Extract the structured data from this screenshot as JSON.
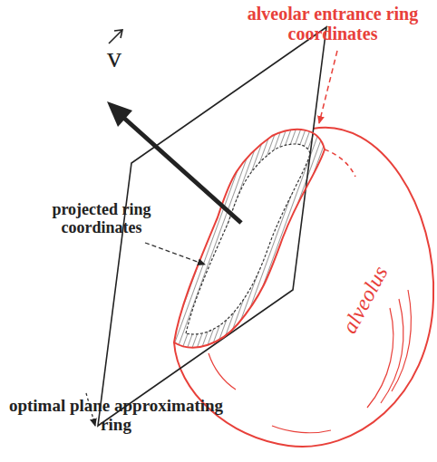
{
  "diagram": {
    "labels": [
      "alveolar entrance ring coordinates",
      "projected ring coordinates",
      "optimal plane approximating ring",
      "alveolus",
      "v"
    ]
  }
}
